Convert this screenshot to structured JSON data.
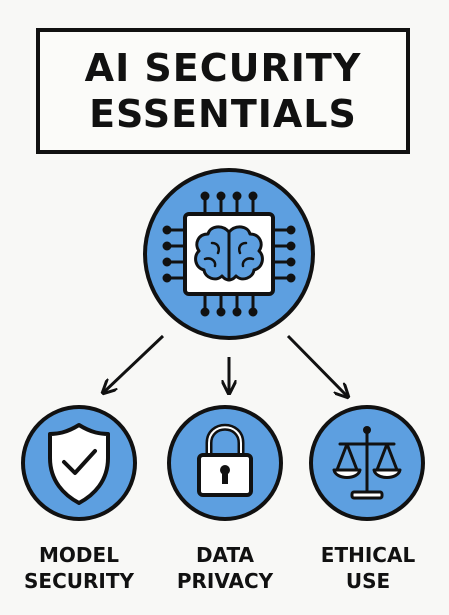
{
  "title": {
    "line1": "AI SECURITY",
    "line2": "ESSENTIALS"
  },
  "colors": {
    "circle_fill": "#5d9fe0",
    "stroke": "#111111",
    "white": "#ffffff"
  },
  "center": {
    "icon": "ai-chip-brain-icon"
  },
  "branches": [
    {
      "icon": "shield-check-icon",
      "label_line1": "MODEL",
      "label_line2": "SECURITY"
    },
    {
      "icon": "padlock-icon",
      "label_line1": "DATA",
      "label_line2": "PRIVACY"
    },
    {
      "icon": "scales-of-justice-icon",
      "label_line1": "ETHICAL",
      "label_line2": "USE"
    }
  ]
}
